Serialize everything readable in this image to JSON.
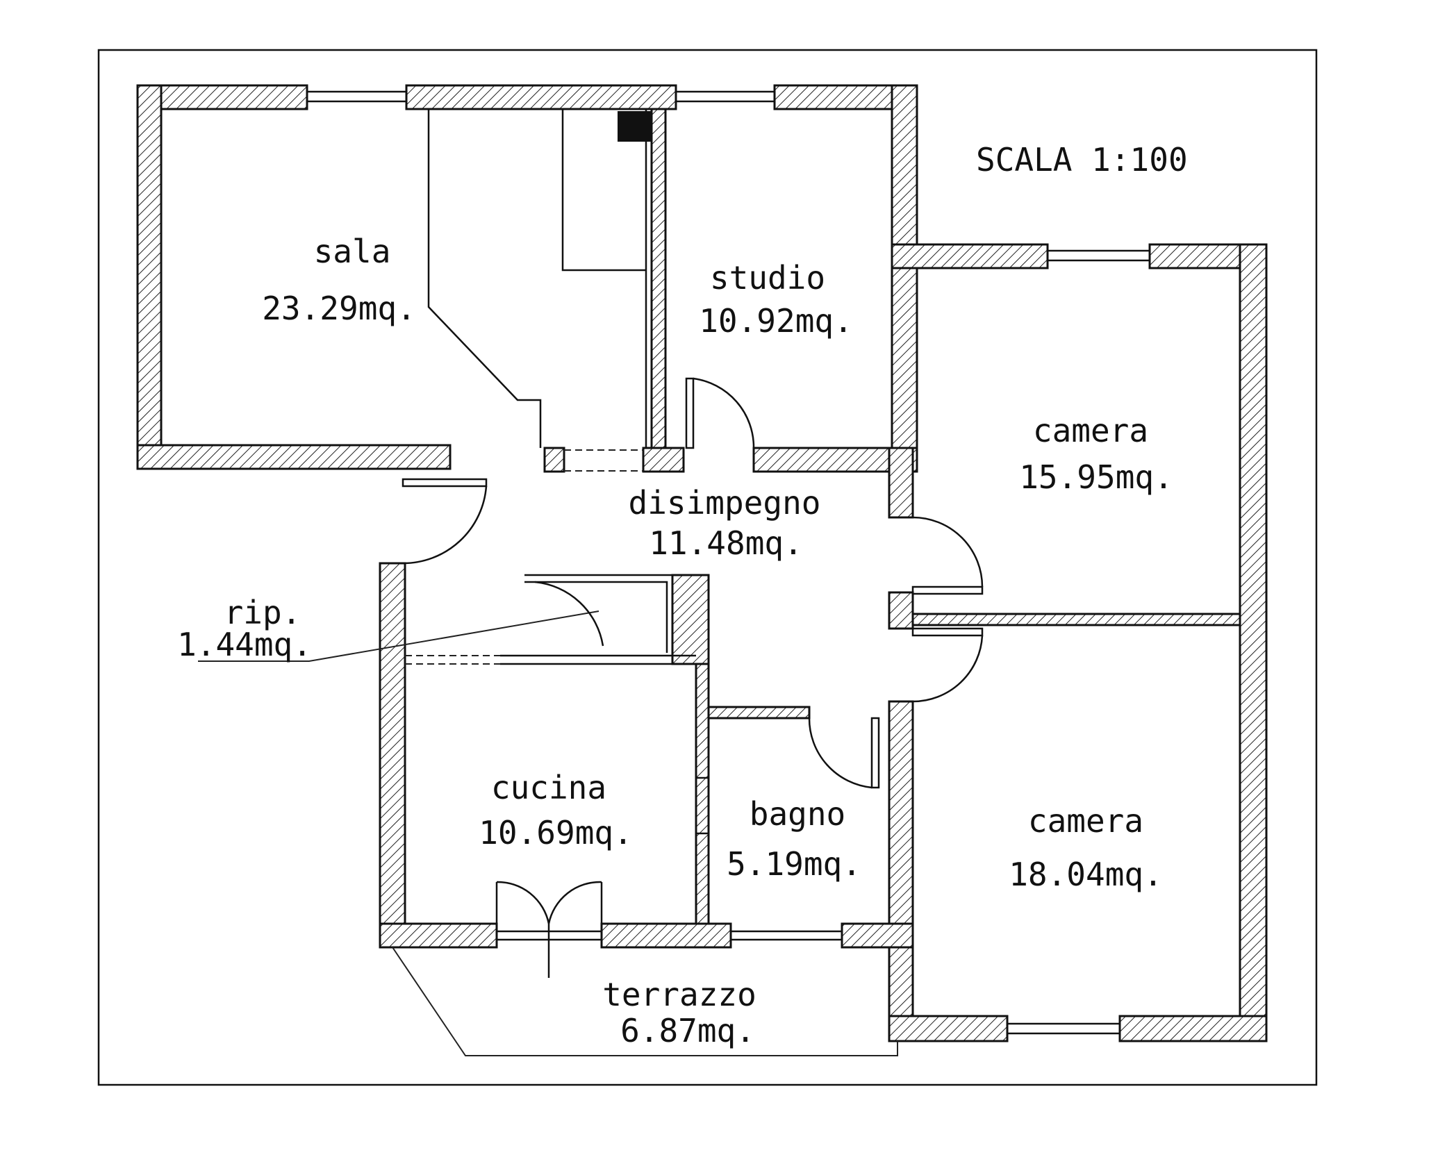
{
  "scale": "SCALA 1:100",
  "rooms": {
    "sala": {
      "name": "sala",
      "area": "23.29mq."
    },
    "studio": {
      "name": "studio",
      "area": "10.92mq."
    },
    "camera1": {
      "name": "camera",
      "area": "15.95mq."
    },
    "disimpegno": {
      "name": "disimpegno",
      "area": "11.48mq."
    },
    "rip": {
      "name": "rip.",
      "area": "1.44mq."
    },
    "cucina": {
      "name": "cucina",
      "area": "10.69mq."
    },
    "bagno": {
      "name": "bagno",
      "area": "5.19mq."
    },
    "camera2": {
      "name": "camera",
      "area": "18.04mq."
    },
    "terrazzo": {
      "name": "terrazzo",
      "area": "6.87mq."
    }
  }
}
